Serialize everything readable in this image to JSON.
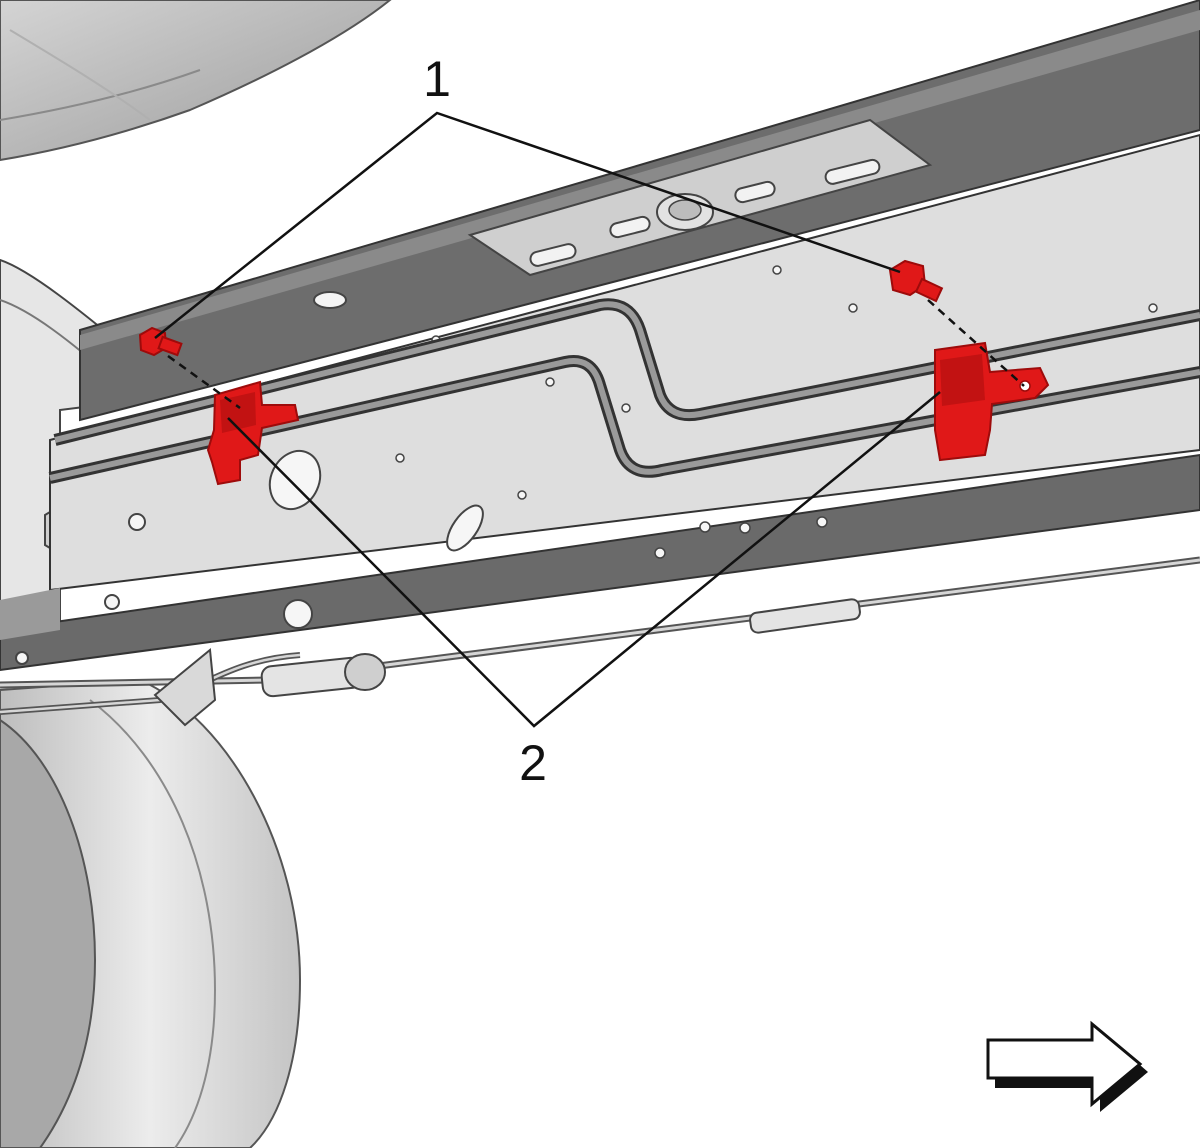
{
  "callouts": [
    {
      "id": "1",
      "label": "1"
    },
    {
      "id": "2",
      "label": "2"
    }
  ],
  "colors": {
    "highlight": "#e01818",
    "highlight_dark": "#9e0b0b",
    "frame_dark": "#6f6f6f",
    "frame_light": "#dedede",
    "line": "#111111"
  },
  "icons": {
    "direction": "arrow-right-icon"
  }
}
